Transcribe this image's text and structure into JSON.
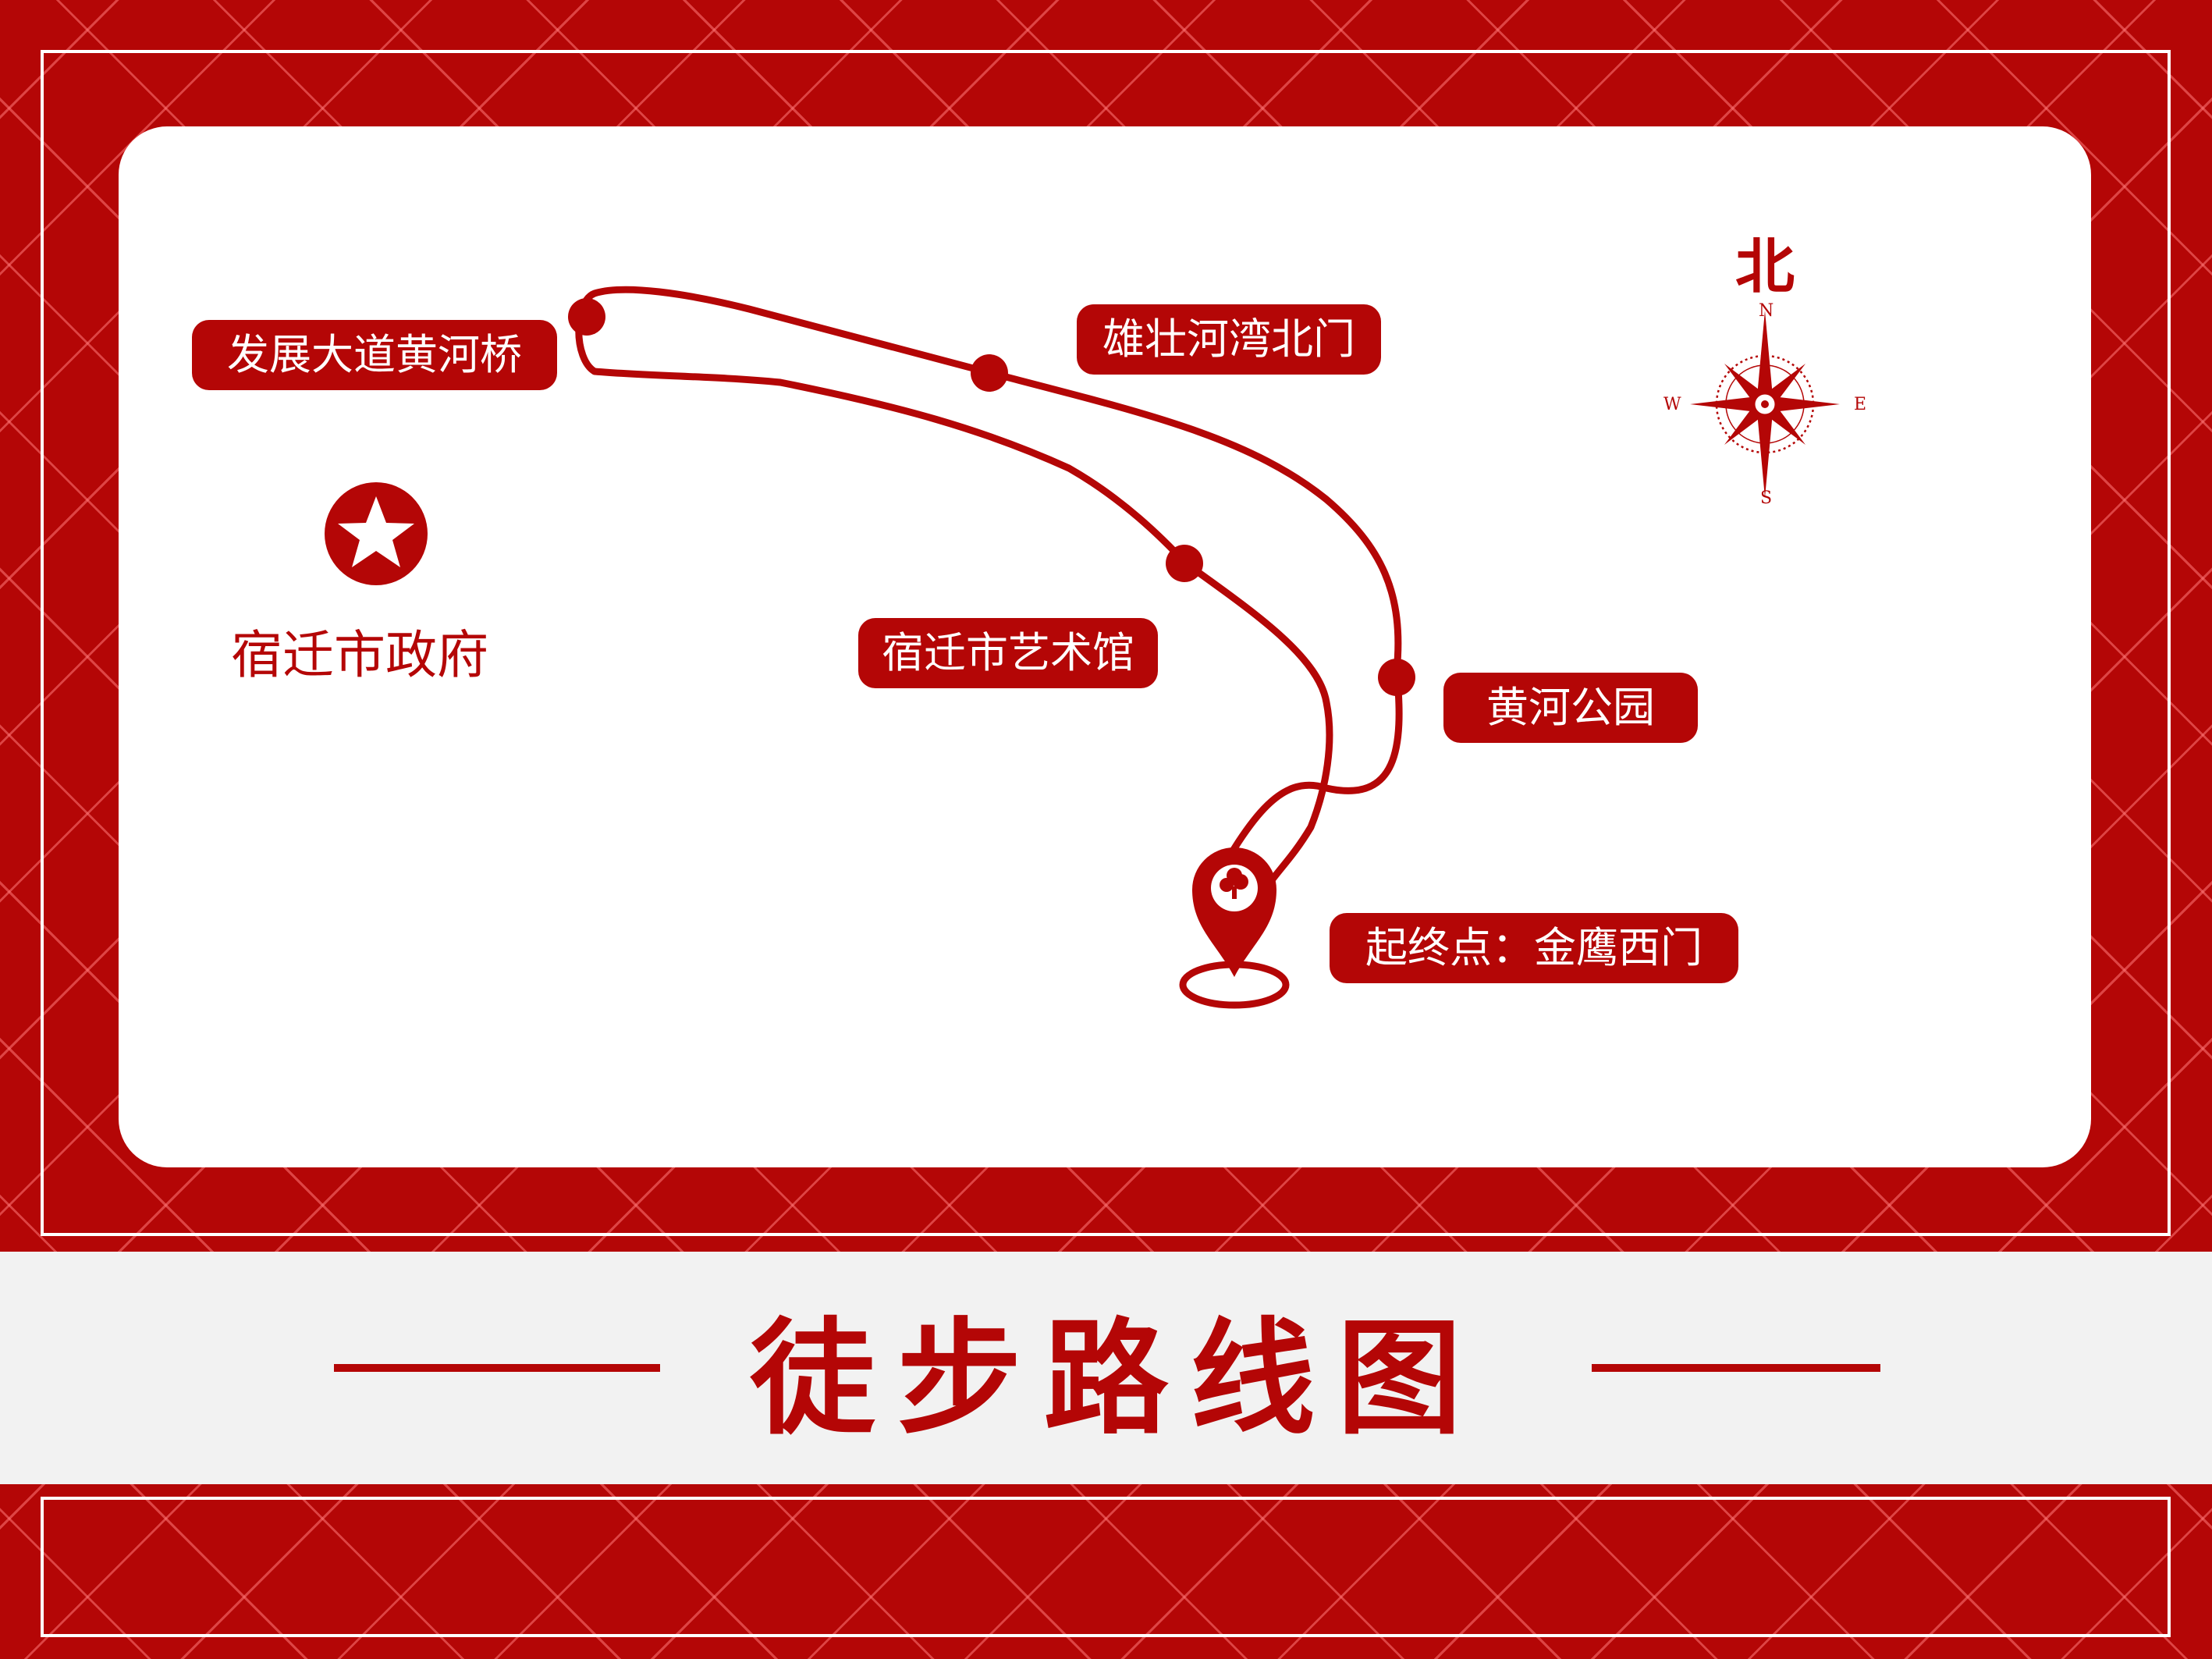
{
  "title": "徒步路线图",
  "north_label": "北",
  "compass": {
    "n": "N",
    "s": "S",
    "e": "E",
    "w": "W"
  },
  "landmark": {
    "label": "宿迁市政府",
    "icon": "star-icon"
  },
  "stops": {
    "bridge": "发展大道黄河桥",
    "north_gate": "雄壮河湾北门",
    "art_museum": "宿迁市艺术馆",
    "yellow_river_park": "黄河公园",
    "start_end": "起终点：金鹰西门"
  },
  "colors": {
    "primary": "#b40606",
    "panel": "#ffffff",
    "band": "#f2f2f2"
  }
}
